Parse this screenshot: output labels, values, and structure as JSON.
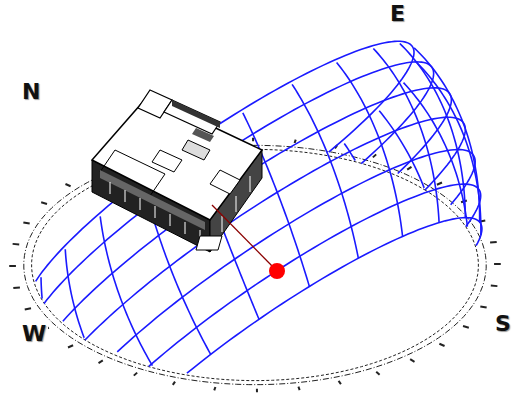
{
  "diagram": {
    "labels": [
      "E",
      "N",
      "S",
      "W"
    ]
  }
}
